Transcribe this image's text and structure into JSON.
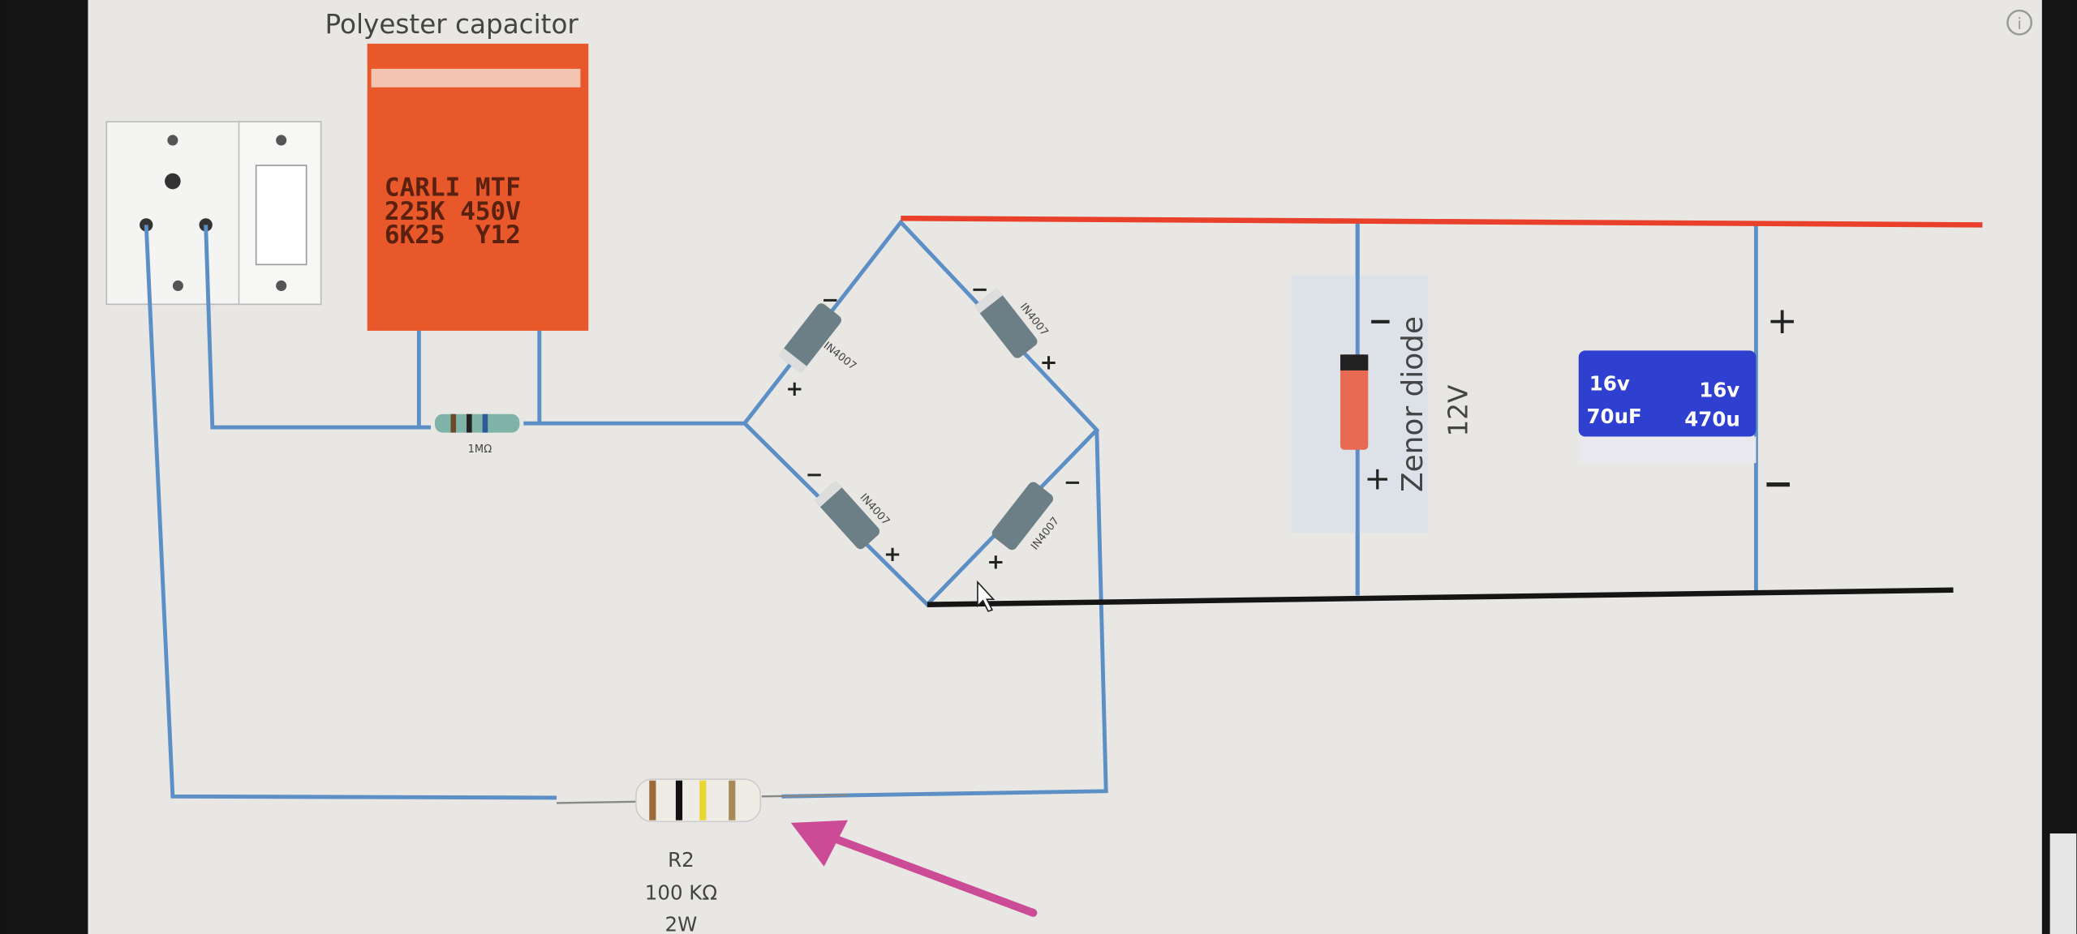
{
  "title": "Polyester capacitor",
  "polyester_capacitor": {
    "lines": [
      "CARLI MTF",
      "225K 450V",
      "6K25  Y12"
    ]
  },
  "resistor_r1": {
    "label": "1MΩ"
  },
  "diodes": [
    {
      "label": "IN4007"
    },
    {
      "label": "IN4007"
    },
    {
      "label": "IN4007"
    },
    {
      "label": "IN4007"
    }
  ],
  "polarity": {
    "plus": "+",
    "minus": "−"
  },
  "zener": {
    "name": "Zenor diode",
    "value": "12V"
  },
  "electrolytic": {
    "voltage": "16v",
    "capacitance_left": "70uF",
    "capacitance_right": "470u"
  },
  "resistor_r2": {
    "name": "R2",
    "value": "100 KΩ",
    "power": "2W"
  },
  "colors": {
    "wire": "#5b8fc6",
    "positive_rail": "#e8402a",
    "negative_rail": "#151515",
    "arrow": "#cc4b97",
    "capacitor": "#e8582a"
  },
  "icons": [
    "info-icon",
    "arrow-icon",
    "mouse-cursor-icon"
  ]
}
